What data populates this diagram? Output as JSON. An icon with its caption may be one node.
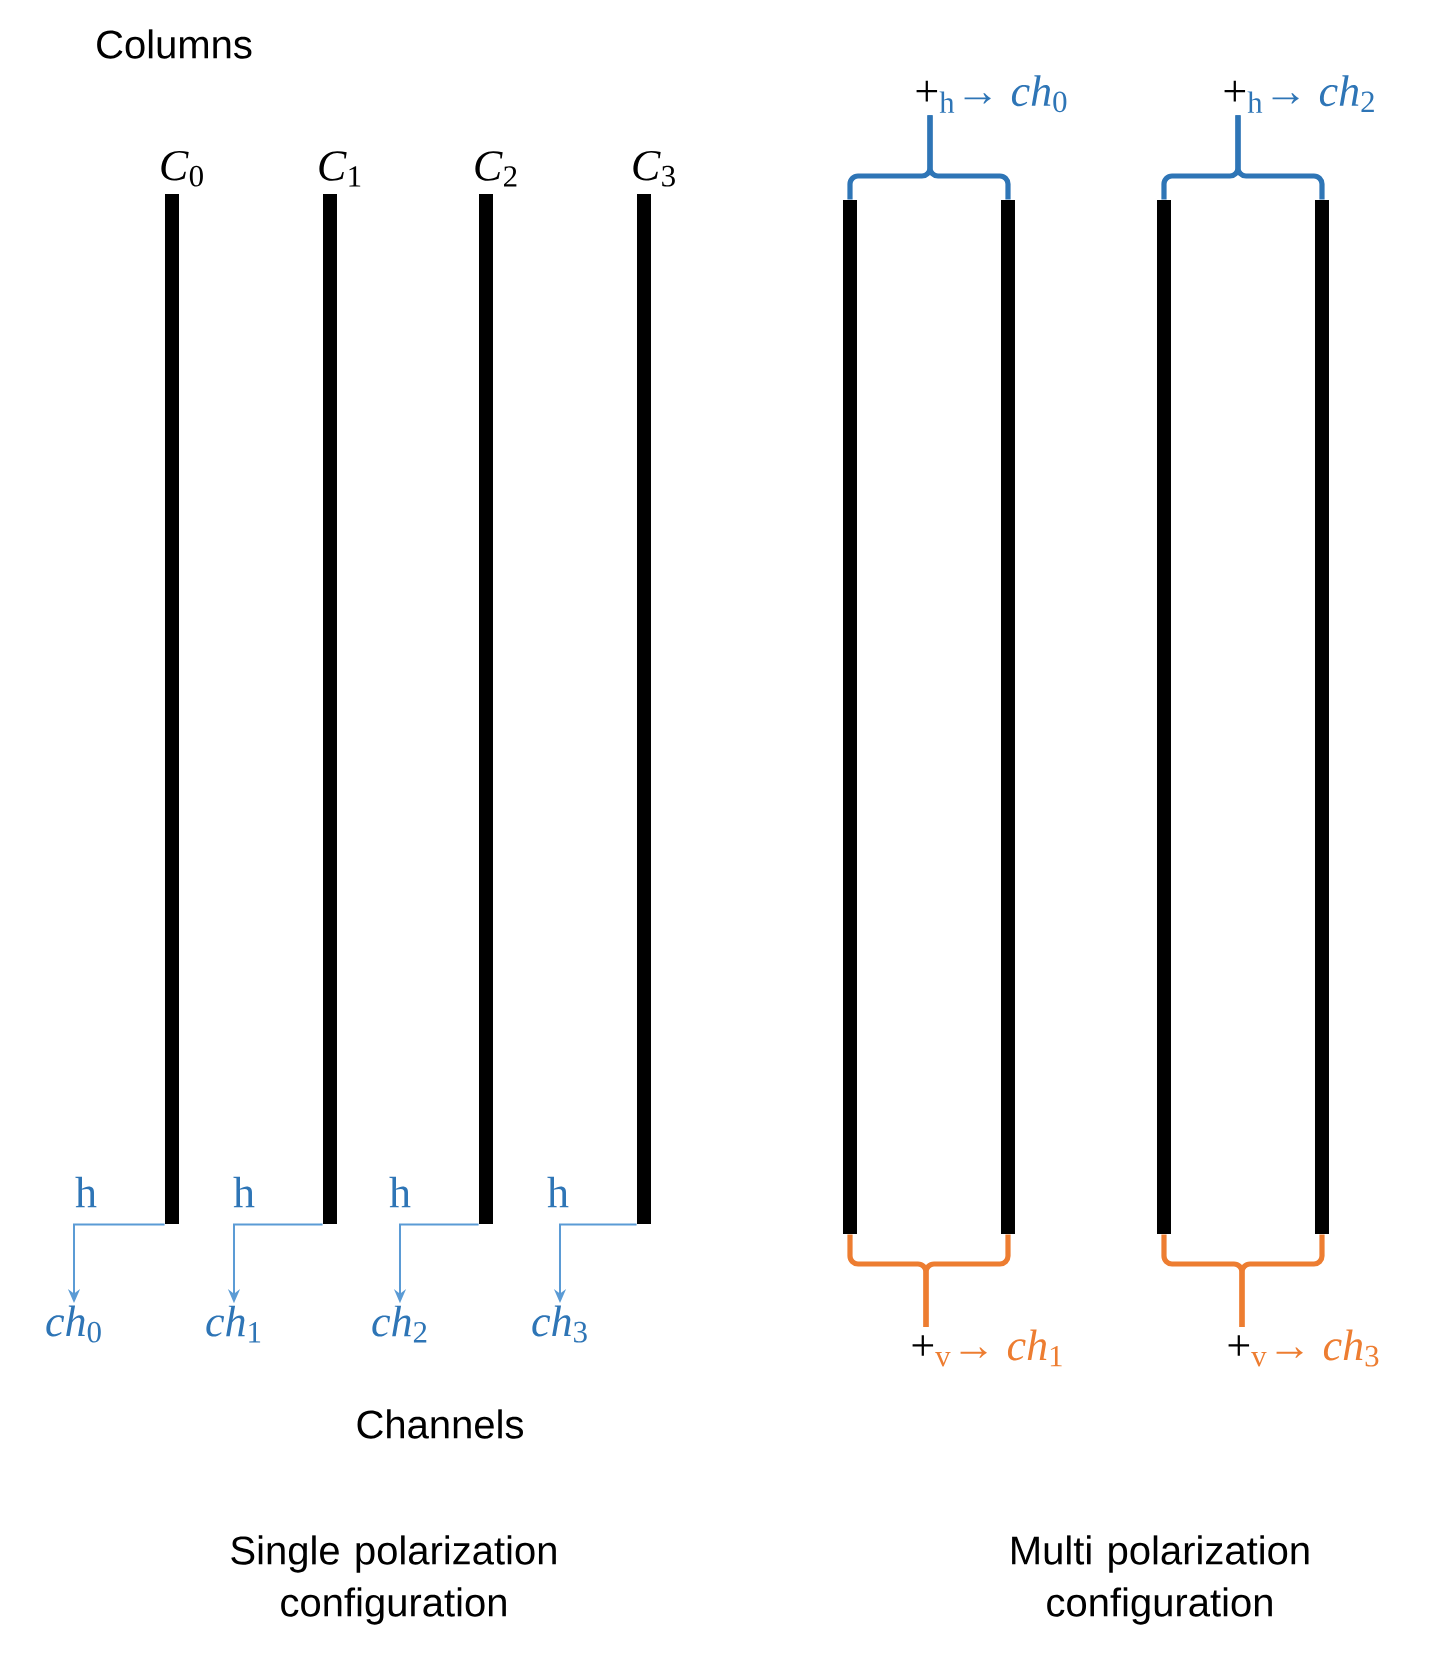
{
  "diagram": {
    "nodes": [
      {
        "text": [
          "*C*$_{0}$"
        ]
      },
      {
        "text": [
          "*C*$_{1}$"
        ]
      },
      {
        "text": [
          "*C*$_{2}$"
        ]
      },
      {
        "text": [
          "*C*$_{3}$"
        ]
      },
      {
        "text": [
          "+",
          "$_{h}$→ *ch*$_{0}$"
        ]
      },
      {
        "text": [
          "+",
          "$_{h}$→ *ch*$_{2}$"
        ]
      },
      {
        "text": [],
        "shape": "bar"
      },
      {
        "text": [],
        "shape": "bar"
      },
      {
        "text": [],
        "shape": "bar"
      },
      {
        "text": [],
        "shape": "bar"
      },
      {
        "text": [
          "*ch*$_{0}$"
        ]
      },
      {
        "text": [
          "*ch*$_{1}$"
        ]
      },
      {
        "text": [
          "*ch*$_{2}$"
        ]
      },
      {
        "text": [
          "*ch*$_{3}$"
        ]
      },
      {
        "text": [
          "+",
          "$_{v}$→ *ch*$_{1}$"
        ]
      },
      {
        "text": [
          "+",
          "$_{v}$→ *ch*$_{3}$"
        ]
      }
    ],
    "edges": [
      {
        "from": 0,
        "to": 10,
        "arrow": "to",
        "label": "h",
        "color": "#5b9bd5"
      },
      {
        "from": 1,
        "to": 11,
        "arrow": "to",
        "label": "h",
        "color": "#5b9bd5"
      },
      {
        "from": 2,
        "to": 12,
        "arrow": "to",
        "label": "h",
        "color": "#5b9bd5"
      },
      {
        "from": 3,
        "to": 13,
        "arrow": "to",
        "label": "h",
        "color": "#5b9bd5"
      },
      {
        "from": 6,
        "to": 4,
        "arrow": "none",
        "color": "#2e75b6"
      },
      {
        "from": 7,
        "to": 4,
        "arrow": "none",
        "color": "#2e75b6"
      },
      {
        "from": 8,
        "to": 5,
        "arrow": "none",
        "color": "#2e75b6"
      },
      {
        "from": 9,
        "to": 5,
        "arrow": "none",
        "color": "#2e75b6"
      },
      {
        "from": 6,
        "to": 14,
        "arrow": "none",
        "color": "#ed7d31"
      },
      {
        "from": 7,
        "to": 14,
        "arrow": "none",
        "color": "#ed7d31"
      },
      {
        "from": 8,
        "to": 15,
        "arrow": "none",
        "color": "#ed7d31"
      },
      {
        "from": 9,
        "to": 15,
        "arrow": "none",
        "color": "#ed7d31"
      }
    ],
    "labels": [
      "Columns",
      "Channels",
      "Single polarization configuration",
      "Multi polarization configuration"
    ]
  }
}
